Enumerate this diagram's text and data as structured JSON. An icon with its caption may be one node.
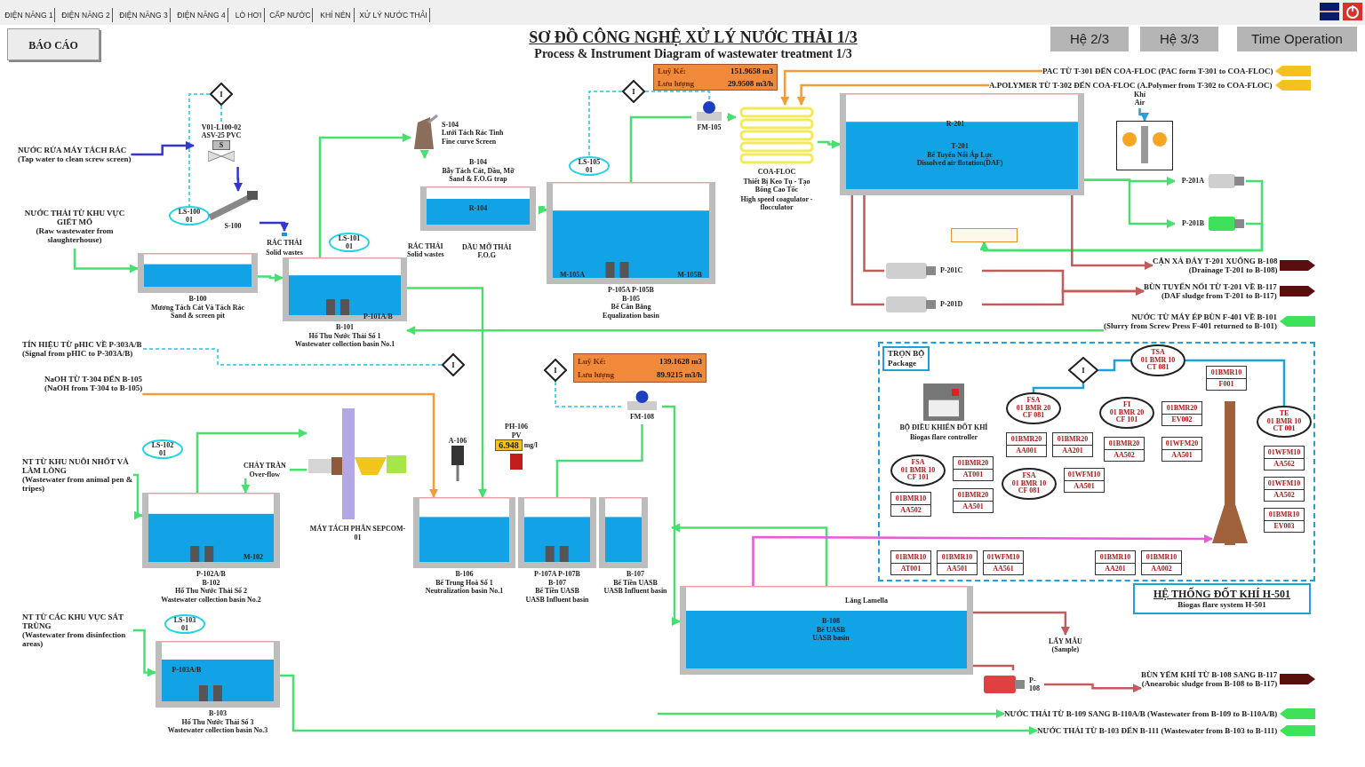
{
  "diagram": {
    "title": "SƠ ĐỒ CÔNG NGHỆ XỬ LÝ NƯỚC THẢI 1/3",
    "nodes": [
      {
        "text": [
          "I"
        ]
      },
      {
        "text": [
          "NƯỚC RỬA MÁY TÁCH RÁC",
          "(Tap water to clean screw screen)"
        ]
      },
      {
        "text": [
          "V01-L100-02 ASV-25 PVC",
          "S"
        ]
      },
      {
        "text": [
          "NƯỚC THẢI TỪ KHU VỰC GIẾT MỔ",
          "(Raw wastewater from slaughterhouse)"
        ]
      },
      {
        "text": [
          "LS-100 01"
        ]
      },
      {
        "text": [
          "S-100"
        ]
      },
      {
        "text": [
          "B-100",
          "Mương Tách Cát Và Tách Rác",
          "Sand & screen pit"
        ]
      },
      {
        "text": [
          "RÁC THẢI",
          "Solid wastes"
        ]
      },
      {
        "text": [
          "LS-101 01"
        ]
      },
      {
        "text": [
          "P-101A/B",
          "B-101",
          "Hố Thu Nước Thải Số 1",
          "Wastewater collection basin No.1"
        ]
      },
      {
        "text": [
          "S-104",
          "Lưới Tách Rác Tinh",
          "Fine curve Screen"
        ]
      },
      {
        "text": [
          "B-104",
          "Bẫy Tách Cát, Dầu, Mỡ",
          "Sand & F.O.G trap",
          "R-104"
        ]
      },
      {
        "text": [
          "RÁC THẢI",
          "Solid wastes"
        ]
      },
      {
        "text": [
          "DẦU MỠ THẢI",
          "F.O.G"
        ]
      },
      {
        "text": [
          "I"
        ]
      },
      {
        "text": [
          "LS-105 01"
        ]
      },
      {
        "text": [
          "FM-105"
        ]
      },
      {
        "text": [
          "Luỹ Kế:",
          "151.9658 m3",
          "Lưu lượng",
          "29.9508 m3/h"
        ]
      },
      {
        "text": [
          "M-105A",
          "M-105B",
          "P-105A P-105B",
          "B-105",
          "Bể Cân Bằng",
          "Equalization basin"
        ]
      },
      {
        "text": [
          "COA-FLOC",
          "Thiết Bị Keo Tụ - Tạo Bông Cao Tốc",
          "High speed coagulator - flocculator"
        ]
      },
      {
        "text": [
          "PAC TỪ T-301 ĐẾN COA-FLOC (PAC form T-301 to COA-FLOC)"
        ]
      },
      {
        "text": [
          "A.POLYMER TỪ T-302 ĐẾN COA-FLOC (A.Polymer from T-302 to COA-FLOC)"
        ]
      },
      {
        "text": [
          "R-201",
          "T-201",
          "Bể Tuyển Nổi Áp Lực",
          "Dissolved air flotation(DAF)"
        ]
      },
      {
        "text": [
          "Khí",
          "Air"
        ]
      },
      {
        "text": [],
        "shape": "box"
      },
      {
        "text": [
          "P-201A"
        ]
      },
      {
        "text": [
          "P-201B"
        ]
      },
      {
        "text": [],
        "shape": "box"
      },
      {
        "text": [
          "P-201C"
        ]
      },
      {
        "text": [
          "P-201D"
        ]
      },
      {
        "text": [
          "CẶN XẢ ĐÁY T-201 XUỐNG B-108",
          "(Drainage T-201 to B-108)"
        ]
      },
      {
        "text": [
          "BÙN TUYỂN NỔI TỪ T-201 VỀ B-117",
          "(DAF sludge from T-201 to B-117)"
        ]
      },
      {
        "text": [
          "NƯỚC TỪ MÁY ÉP BÙN F-401 VỀ B-101",
          "(Slurry from Screw Press F-401 returned to B-101)"
        ]
      },
      {
        "text": [
          "TÍN HIỆU TỪ pHIC VỀ P-303A/B",
          "(Signal from pHIC to P-303A/B)"
        ]
      },
      {
        "text": [
          "NaOH TỪ T-304 ĐẾN B-105",
          "(NaOH from T-304 to B-105)"
        ]
      },
      {
        "text": [
          "I"
        ]
      },
      {
        "text": [
          "I"
        ]
      },
      {
        "text": [
          "Luỹ Kế:",
          "139.1628 m3",
          "Lưu lượng",
          "89.9215 m3/h"
        ]
      },
      {
        "text": [
          "FM-108"
        ]
      },
      {
        "text": [
          "NT TỪ KHU NUÔI NHỐT VÀ LÀM LÒNG",
          "(Wastewater from animal pen & tripes)"
        ]
      },
      {
        "text": [
          "LS-102 01"
        ]
      },
      {
        "text": [
          "M-102",
          "P-102A/B",
          "B-102",
          "Hố Thu Nước Thải Số 2",
          "Wastewater collection basin No.2"
        ]
      },
      {
        "text": [
          "MÁY TÁCH PHÂN SEPCOM-01"
        ]
      },
      {
        "text": [
          "A-106"
        ]
      },
      {
        "text": [
          "PH-106",
          "PV",
          "6.948",
          "mg/l"
        ]
      },
      {
        "text": [
          "B-106",
          "Bể Trung Hoà Số 1",
          "Neutralization basin No.1"
        ]
      },
      {
        "text": [
          "P-107A P-107B",
          "B-107",
          "Bể Tiền UASB",
          "UASB Influent basin"
        ]
      },
      {
        "text": [
          "B-107",
          "Bể Tiền UASB",
          "UASB Influent basin"
        ]
      },
      {
        "text": [
          "NT TỪ CÁC KHU VỰC SÁT TRÙNG",
          "(Wastewater from disinfection areas)"
        ]
      },
      {
        "text": [
          "LS-103 01"
        ]
      },
      {
        "text": [
          "P-103A/B",
          "B-103",
          "Hố Thu Nước Thải Số 3",
          "Wastewater collection basin No.3"
        ]
      },
      {
        "text": [
          "Lắng Lamella",
          "B-108",
          "Bể UASB",
          "UASB basin"
        ]
      },
      {
        "text": [
          "TRỌN BỘ",
          "Package"
        ]
      },
      {
        "text": [
          "BỘ ĐIỀU KHIỂN ĐỐT KHÍ",
          "Biogas flare controller"
        ],
        "in": 52
      },
      {
        "text": [
          "I"
        ],
        "in": 52
      },
      {
        "text": [
          "TSA",
          "01 BMR 10 CT 081"
        ],
        "in": 52
      },
      {
        "text": [
          "FSA",
          "01 BMR 20 CF 081"
        ],
        "in": 52
      },
      {
        "text": [
          "FI",
          "01 BMR 20 CF 101"
        ],
        "in": 52
      },
      {
        "text": [
          "FSA",
          "01 BMR 10 CF 101"
        ],
        "in": 52
      },
      {
        "text": [
          "FSA",
          "01 BMR 10 CF 081"
        ],
        "in": 52
      },
      {
        "text": [
          "TE",
          "01 BMR 10 CT 001"
        ],
        "in": 52
      },
      {
        "text": [
          "01BMR10",
          "F001"
        ],
        "in": 52
      },
      {
        "text": [
          "01BMR20",
          "EV002"
        ],
        "in": 52
      },
      {
        "text": [
          "01BMR10",
          "EV003"
        ],
        "in": 52
      },
      {
        "text": [
          "01BMR20",
          "AA502"
        ],
        "in": 52
      },
      {
        "text": [
          "01BMR20",
          "AA001"
        ],
        "in": 52
      },
      {
        "text": [
          "01BMR20",
          "AA201"
        ],
        "in": 52
      },
      {
        "text": [
          "01BMR20",
          "AT001"
        ],
        "in": 52
      },
      {
        "text": [
          "01BMR20",
          "AA501"
        ],
        "in": 52
      },
      {
        "text": [
          "01BMR10",
          "AA502"
        ],
        "in": 52
      },
      {
        "text": [
          "01WFM10",
          "AA501"
        ],
        "in": 52
      },
      {
        "text": [
          "01WFM20",
          "AA501"
        ],
        "in": 52
      },
      {
        "text": [
          "01BMR10",
          "AT001"
        ],
        "in": 52
      },
      {
        "text": [
          "01BMR10",
          "AA501"
        ],
        "in": 52
      },
      {
        "text": [
          "01WFM10",
          "AA561"
        ],
        "in": 52
      },
      {
        "text": [
          "01BMR10",
          "AA201"
        ],
        "in": 52
      },
      {
        "text": [
          "01BMR10",
          "AA002"
        ],
        "in": 52
      },
      {
        "text": [
          "01WFM10",
          "AA562"
        ],
        "in": 52
      },
      {
        "text": [
          "01WFM10",
          "AA502"
        ],
        "in": 52
      },
      {
        "text": [],
        "shape": "picture",
        "in": 52
      },
      {
        "text": [
          "HỆ THỐNG ĐỐT KHÍ H-501",
          "Biogas flare system H-501"
        ]
      },
      {
        "text": [
          "LẤY MẪU",
          "(Sample)"
        ]
      },
      {
        "text": [
          "P-108"
        ]
      },
      {
        "text": [
          "BÙN YẾM KHÍ TỪ B-108 SANG B-117",
          "(Anearobic sludge from B-108 to B-117)"
        ]
      },
      {
        "text": [
          "NƯỚC THẢI TỪ B-109 SANG B-110A/B (Wastewater from B-109 to B-110A/B)"
        ]
      },
      {
        "text": [
          "NƯỚC THẢI TỪ B-103 ĐẾN B-111 (Wastewater from B-103 to B-111)"
        ]
      }
    ],
    "edges": [
      {
        "from": 0,
        "to": 4,
        "arrow": "none",
        "style": "dashed",
        "color": "#19c9e0"
      },
      {
        "from": 0,
        "to": 2,
        "arrow": "none",
        "style": "dashed",
        "color": "#19c9e0"
      },
      {
        "from": 1,
        "to": 2,
        "arrow": "to",
        "color": "#3535d0"
      },
      {
        "from": 2,
        "to": 5,
        "arrow": "to",
        "color": "#3535d0"
      },
      {
        "from": 5,
        "to": 7,
        "arrow": "to",
        "color": "#3535d0"
      },
      {
        "from": 3,
        "to": 6,
        "arrow": "to"
      },
      {
        "from": 6,
        "to": 9,
        "arrow": "to"
      },
      {
        "from": 9,
        "to": 10,
        "arrow": "to"
      },
      {
        "from": 10,
        "to": 11,
        "arrow": "to"
      },
      {
        "from": 11,
        "to": 18,
        "arrow": "to"
      },
      {
        "from": 18,
        "to": 16,
        "arrow": "none"
      },
      {
        "from": 16,
        "to": 19,
        "arrow": "to"
      },
      {
        "from": 14,
        "to": 15,
        "arrow": "none",
        "style": "dashed",
        "color": "#19c9e0"
      },
      {
        "from": 14,
        "to": 16,
        "arrow": "none",
        "style": "dashed",
        "color": "#19c9e0"
      },
      {
        "from": 20,
        "to": 19,
        "arrow": "to",
        "color": "#f39c3c"
      },
      {
        "from": 21,
        "to": 19,
        "arrow": "to",
        "color": "#f39c3c"
      },
      {
        "from": 19,
        "to": 22,
        "arrow": "to"
      },
      {
        "from": 22,
        "to": 25,
        "arrow": "to"
      },
      {
        "from": 22,
        "to": 26,
        "arrow": "to"
      },
      {
        "from": 23,
        "to": 24,
        "arrow": "to",
        "color": "#2a9fd6"
      },
      {
        "from": 25,
        "to": 27,
        "arrow": "to"
      },
      {
        "from": 26,
        "to": 27,
        "arrow": "to"
      },
      {
        "from": 22,
        "to": 28,
        "arrow": "none",
        "color": "#c25b5b"
      },
      {
        "from": 22,
        "to": 29,
        "arrow": "none",
        "color": "#c25b5b"
      },
      {
        "from": 22,
        "to": 30,
        "arrow": "to",
        "color": "#c25b5b"
      },
      {
        "from": 28,
        "to": 31,
        "arrow": "to",
        "color": "#c25b5b"
      },
      {
        "from": 29,
        "to": 31,
        "arrow": "to",
        "color": "#c25b5b"
      },
      {
        "from": 32,
        "to": 9,
        "arrow": "to"
      },
      {
        "from": 35,
        "to": 33,
        "arrow": "none",
        "style": "dashed",
        "color": "#19c9e0"
      },
      {
        "from": 34,
        "to": 45,
        "arrow": "to",
        "color": "#f39c3c"
      },
      {
        "from": 9,
        "to": 45,
        "arrow": "to"
      },
      {
        "from": 39,
        "to": 41,
        "arrow": "to"
      },
      {
        "from": 41,
        "to": 42,
        "arrow": "to"
      },
      {
        "from": 42,
        "to": 41,
        "arrow": "to",
        "label": "CHẢY TRÀN Over-flow"
      },
      {
        "from": 36,
        "to": 38,
        "arrow": "none",
        "style": "dashed",
        "color": "#19c9e0"
      },
      {
        "from": 46,
        "to": 38,
        "arrow": "none"
      },
      {
        "from": 38,
        "to": 51,
        "arrow": "to"
      },
      {
        "from": 51,
        "to": 47,
        "arrow": "to"
      },
      {
        "from": 48,
        "to": 50,
        "arrow": "to"
      },
      {
        "from": 50,
        "to": 85,
        "arrow": "to"
      },
      {
        "from": null,
        "to": 84,
        "arrow": "to"
      },
      {
        "from": 51,
        "to": 79,
        "arrow": "to",
        "color": "#e85ad8"
      },
      {
        "from": 51,
        "to": 82,
        "arrow": "none",
        "color": "#c25b5b"
      },
      {
        "from": 82,
        "to": 83,
        "arrow": "to",
        "color": "#c25b5b"
      },
      {
        "from": 51,
        "to": 81,
        "arrow": "to",
        "color": "#c25b5b"
      },
      {
        "from": 54,
        "to": 55,
        "arrow": "none",
        "color": "#1ea0d8"
      },
      {
        "from": 54,
        "to": 56,
        "arrow": "none",
        "color": "#1ea0d8"
      },
      {
        "from": 55,
        "to": 60,
        "arrow": "none",
        "color": "#1ea0d8"
      }
    ],
    "labels": [
      "ĐIỆN NĂNG 1",
      "ĐIỆN NĂNG 2",
      "ĐIỆN NĂNG 3",
      "ĐIỆN NĂNG 4",
      "LÒ HƠI",
      "CẤP NƯỚC",
      "KHÍ NÉN",
      "XỬ LÝ NƯỚC THẢI",
      "BÁO CÁO",
      "Process & Instrument Diagram of wastewater treatment 1/3",
      "Hệ 2/3",
      "Hệ 3/3",
      "Time Operation"
    ]
  }
}
